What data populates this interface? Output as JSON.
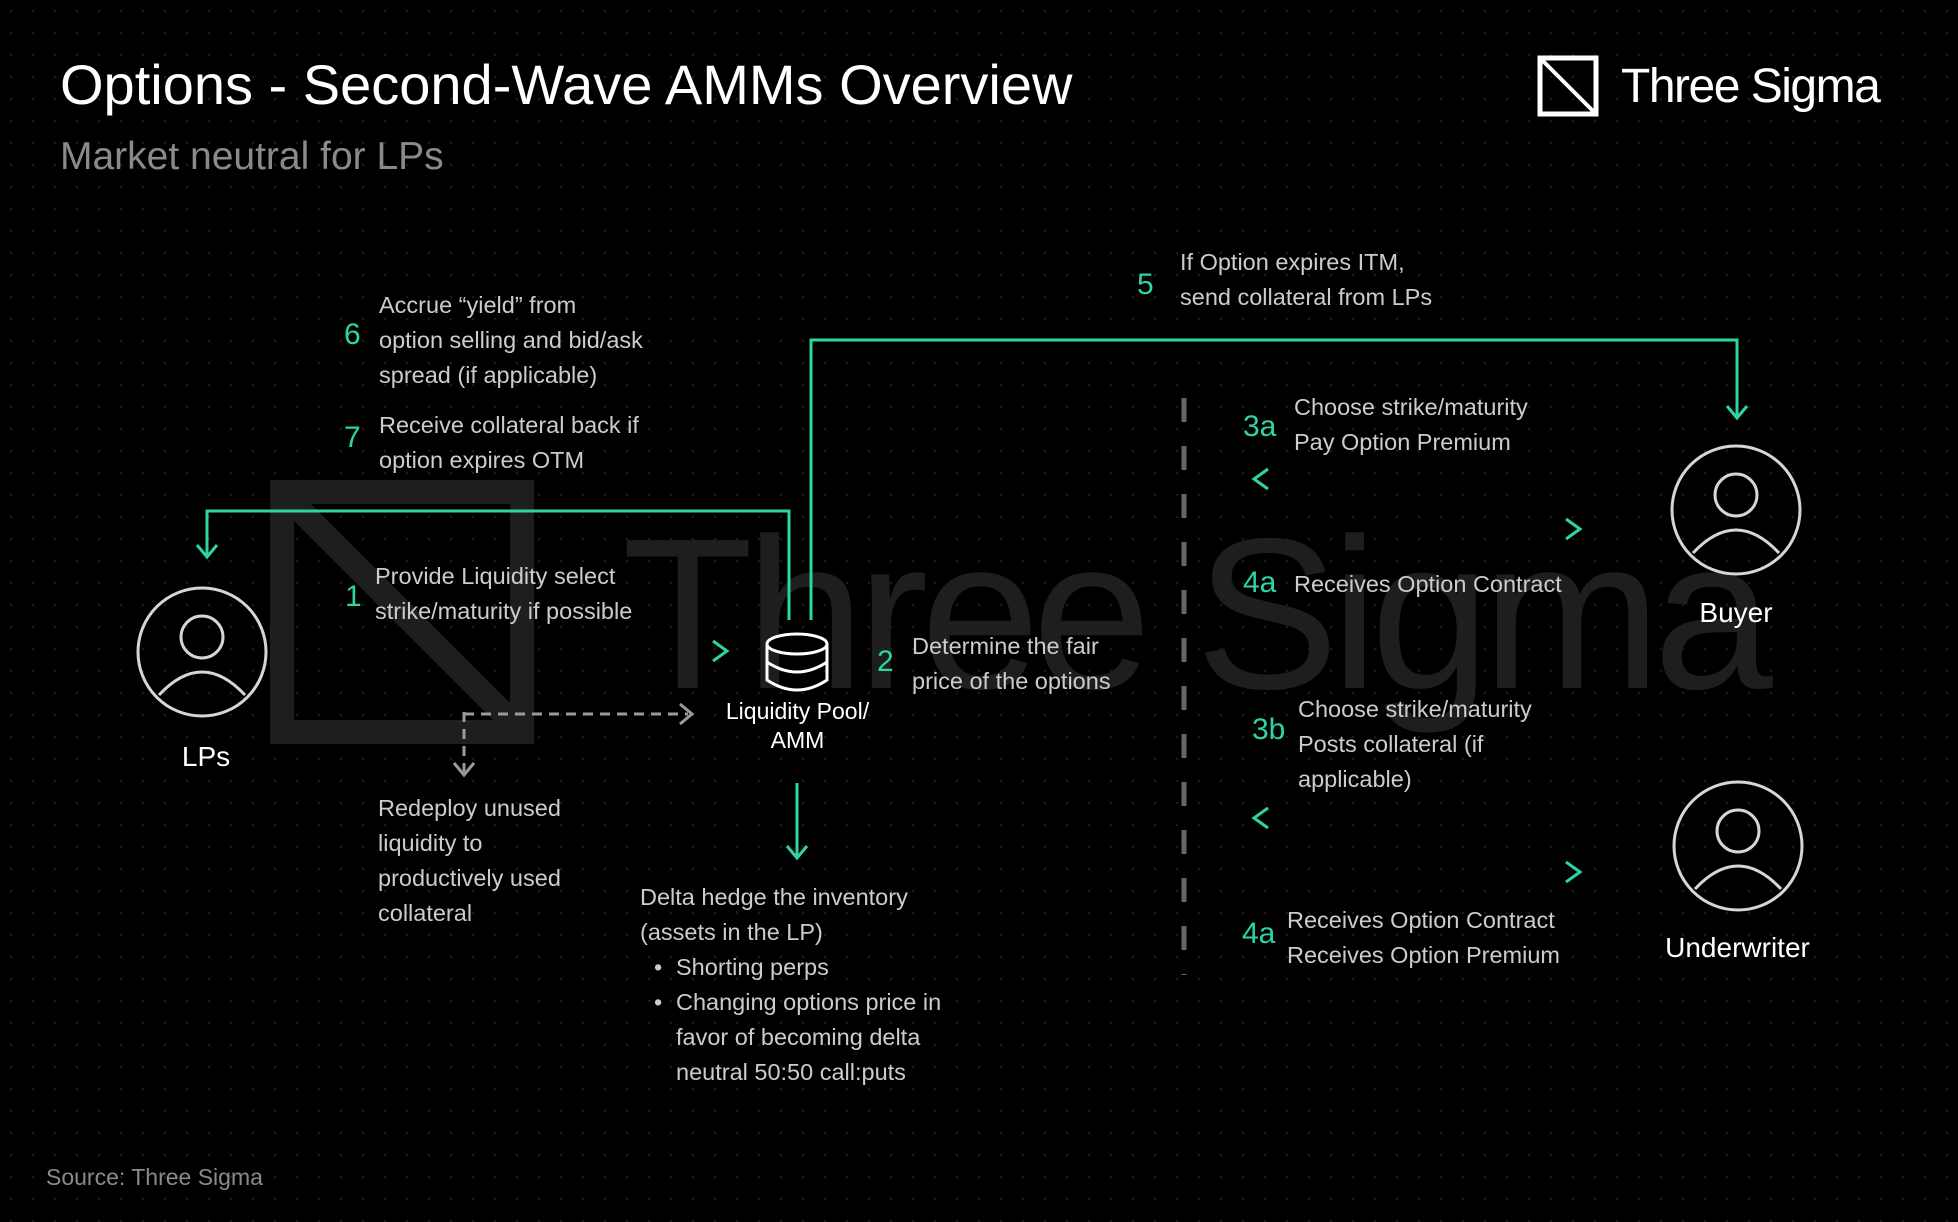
{
  "title": "Options - Second-Wave AMMs Overview",
  "subtitle": "Market neutral for LPs",
  "brand": {
    "name": "Three Sigma",
    "logo_icon": "three-sigma-logo-icon"
  },
  "watermark": "Three Sigma",
  "colors": {
    "accent": "#2fd4a5",
    "background": "#000000",
    "text": "#cccccc",
    "muted": "#8a8a8a"
  },
  "nodes": {
    "lps": {
      "label": "LPs",
      "icon": "user-avatar-icon"
    },
    "pool": {
      "label_lines": [
        "Liquidity Pool/",
        "AMM"
      ],
      "icon": "database-cylinder-icon"
    },
    "buyer": {
      "label": "Buyer",
      "icon": "user-avatar-icon"
    },
    "underwriter": {
      "label": "Underwriter",
      "icon": "user-avatar-icon"
    }
  },
  "steps": {
    "s1": {
      "num": "1",
      "lines": [
        "Provide Liquidity select",
        "strike/maturity if possible"
      ]
    },
    "s2": {
      "num": "2",
      "lines": [
        "Determine the fair",
        "price of the options"
      ]
    },
    "s3a": {
      "num": "3a",
      "lines": [
        "Choose strike/maturity",
        "Pay Option Premium"
      ]
    },
    "s4a_buyer": {
      "num": "4a",
      "lines": [
        "Receives Option Contract"
      ]
    },
    "s3b": {
      "num": "3b",
      "lines": [
        "Choose strike/maturity",
        "Posts collateral (if",
        "applicable)"
      ]
    },
    "s4a_underwriter": {
      "num": "4a",
      "lines": [
        "Receives Option Contract",
        "Receives Option Premium"
      ]
    },
    "s5": {
      "num": "5",
      "lines": [
        "If Option expires ITM,",
        "send collateral from LPs"
      ]
    },
    "s6": {
      "num": "6",
      "lines": [
        "Accrue “yield” from",
        "option selling and bid/ask",
        "spread (if applicable)"
      ]
    },
    "s7": {
      "num": "7",
      "lines": [
        "Receive collateral back if",
        "option expires OTM"
      ]
    }
  },
  "redeploy": {
    "lines": [
      "Redeploy unused",
      "liquidity to",
      "productively used",
      "collateral"
    ]
  },
  "hedge": {
    "lines": [
      "Delta hedge the inventory",
      "(assets in the LP)"
    ],
    "bullets": [
      {
        "lines": [
          "Shorting perps"
        ]
      },
      {
        "lines": [
          "Changing options price in",
          "favor of becoming delta",
          "neutral 50:50 call:puts"
        ]
      }
    ]
  },
  "source": "Source: Three Sigma"
}
